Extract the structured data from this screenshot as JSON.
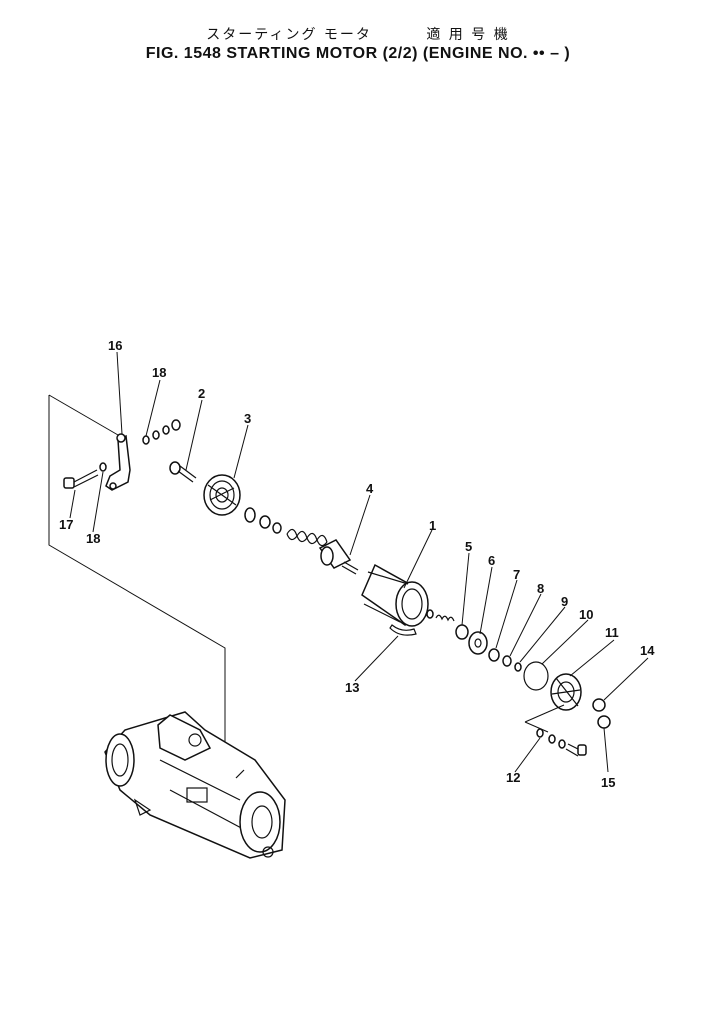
{
  "header": {
    "title_jp": "スターティング モータ　　　 適 用 号 機",
    "title_main": "FIG. 1548  STARTING MOTOR (2/2) (ENGINE NO.  ••  – )"
  },
  "diagram": {
    "callouts": {
      "c1": "1",
      "c2": "2",
      "c3": "3",
      "c4": "4",
      "c5": "5",
      "c6": "6",
      "c7": "7",
      "c8": "8",
      "c9": "9",
      "c10": "10",
      "c11": "11",
      "c12": "12",
      "c13": "13",
      "c14": "14",
      "c15": "15",
      "c16": "16",
      "c17": "17",
      "c18a": "18",
      "c18b": "18"
    }
  }
}
